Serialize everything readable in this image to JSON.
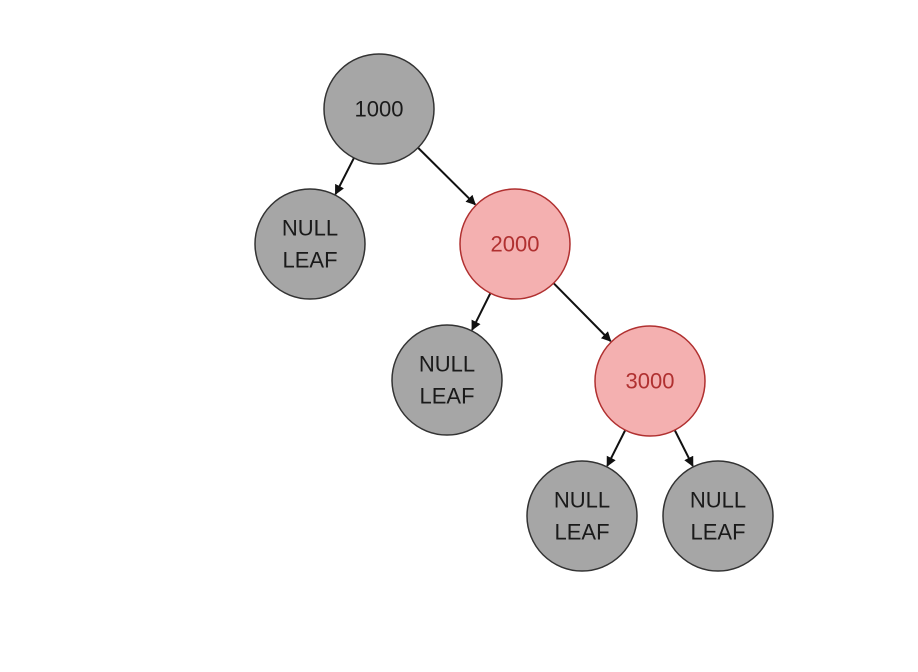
{
  "colors": {
    "black_fill": "#a6a6a6",
    "black_stroke": "#333333",
    "black_text": "#1a1a1a",
    "red_fill": "#f4b0b0",
    "red_stroke": "#b03030",
    "red_text": "#b03030",
    "edge": "#111111"
  },
  "nodes": [
    {
      "id": "n1000",
      "lines": [
        "1000"
      ],
      "color": "black"
    },
    {
      "id": "nil1",
      "lines": [
        "NULL",
        "LEAF"
      ],
      "color": "black"
    },
    {
      "id": "n2000",
      "lines": [
        "2000"
      ],
      "color": "red"
    },
    {
      "id": "nil2",
      "lines": [
        "NULL",
        "LEAF"
      ],
      "color": "black"
    },
    {
      "id": "n3000",
      "lines": [
        "3000"
      ],
      "color": "red"
    },
    {
      "id": "nil3",
      "lines": [
        "NULL",
        "LEAF"
      ],
      "color": "black"
    },
    {
      "id": "nil4",
      "lines": [
        "NULL",
        "LEAF"
      ],
      "color": "black"
    }
  ],
  "edges": [
    {
      "from": "n1000",
      "to": "nil1"
    },
    {
      "from": "n1000",
      "to": "n2000"
    },
    {
      "from": "n2000",
      "to": "nil2"
    },
    {
      "from": "n2000",
      "to": "n3000"
    },
    {
      "from": "n3000",
      "to": "nil3"
    },
    {
      "from": "n3000",
      "to": "nil4"
    }
  ]
}
